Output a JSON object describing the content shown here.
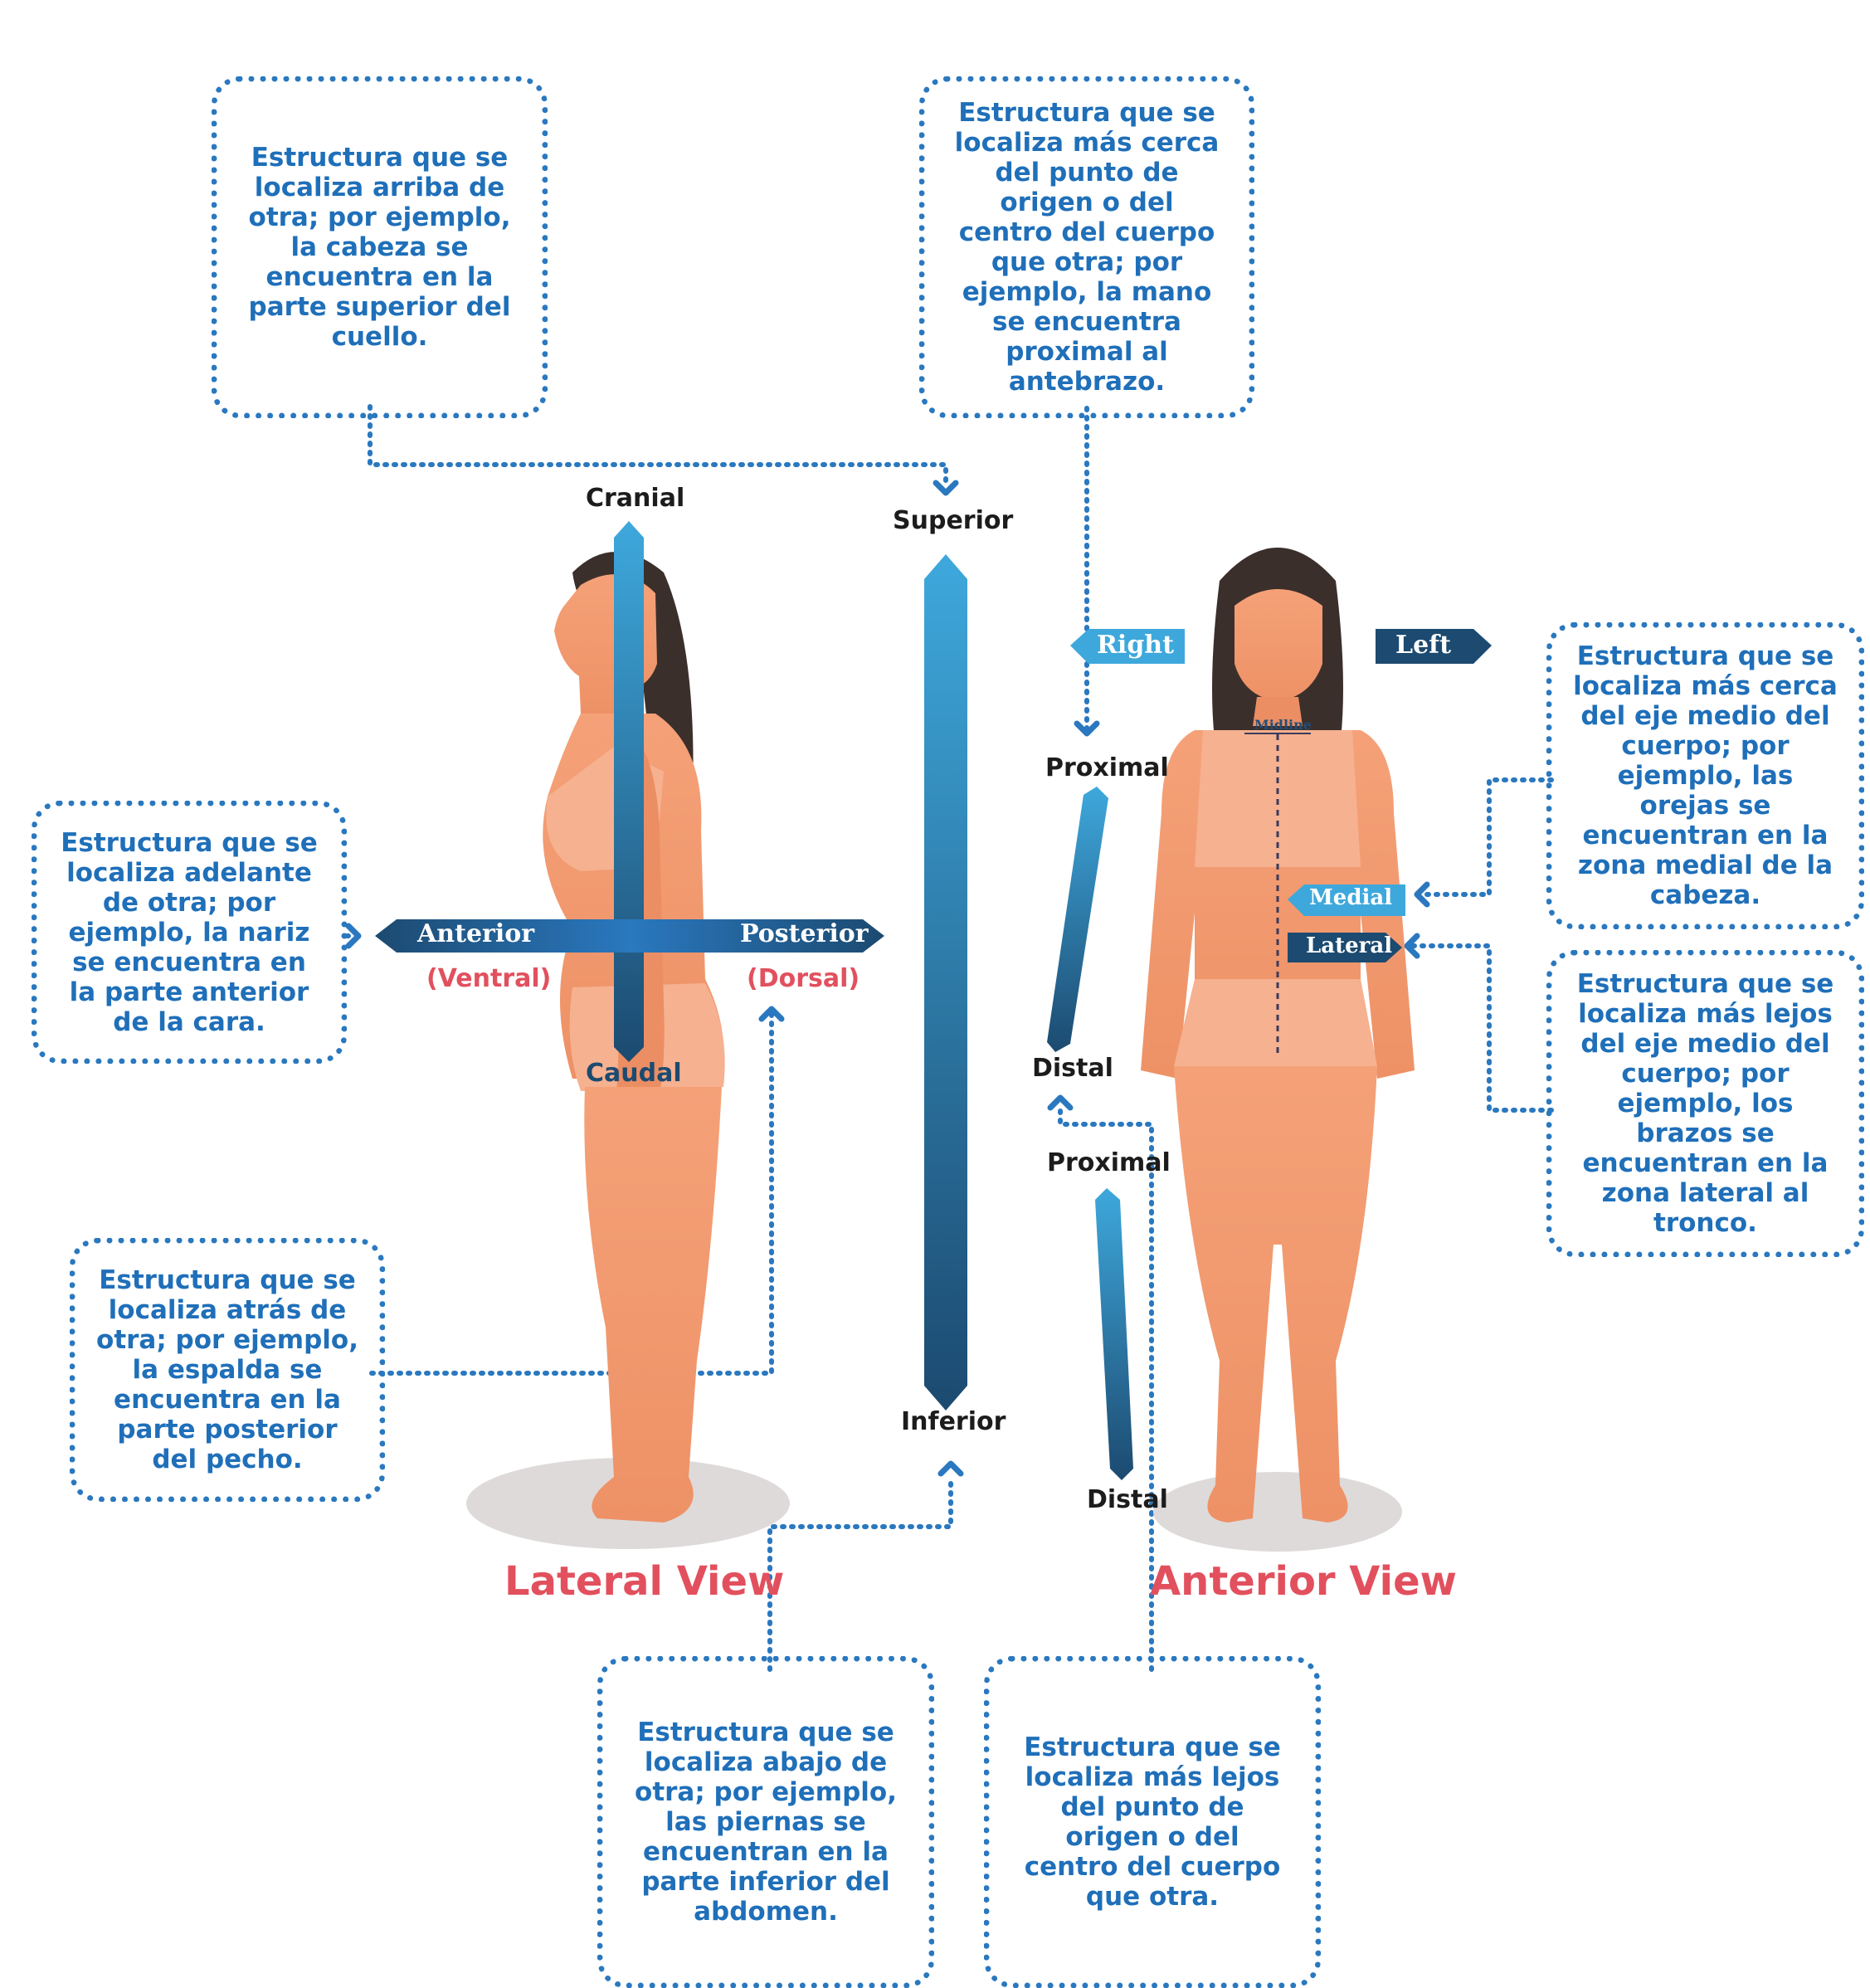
{
  "boxes": {
    "superior": "Estructura que se localiza arriba de otra; por ejemplo, la cabeza se encuentra en la parte superior del cuello.",
    "proximal": "Estructura que se localiza más cerca del punto de origen o del centro del cuerpo que otra; por ejemplo, la mano se encuentra proximal al antebrazo.",
    "anterior": "Estructura que se localiza adelante de otra; por ejemplo, la nariz se encuentra en la parte anterior de la cara.",
    "medial": "Estructura que se localiza más cerca del eje medio del cuerpo; por ejemplo, las orejas se encuentran en la zona medial de la cabeza.",
    "lateral": "Estructura que se localiza más lejos del eje medio del cuerpo; por ejemplo, los brazos se encuentran en la zona lateral al tronco.",
    "posterior": "Estructura que se localiza atrás de otra; por ejemplo, la espalda se encuentra en la parte posterior del pecho.",
    "inferior": "Estructura que se localiza abajo de otra; por ejemplo, las piernas se encuentran en la parte inferior del abdomen.",
    "distal": "Estructura que se localiza más lejos del punto de origen o del centro del cuerpo que otra."
  },
  "labels": {
    "cranial": "Cranial",
    "caudal": "Caudal",
    "superior": "Superior",
    "inferior": "Inferior",
    "anterior": "Anterior",
    "posterior": "Posterior",
    "ventral": "(Ventral)",
    "dorsal": "(Dorsal)",
    "right": "Right",
    "left": "Left",
    "midline": "Midline",
    "medial": "Medial",
    "lateral": "Lateral",
    "proximal_arm": "Proximal",
    "distal_arm": "Distal",
    "proximal_leg": "Proximal",
    "distal_leg": "Distal"
  },
  "titles": {
    "lateral_view": "Lateral View",
    "anterior_view": "Anterior View"
  },
  "colors": {
    "accent_blue": "#2a78bf",
    "title_red": "#e2505e",
    "skin": "#f09a72",
    "hair": "#3b2f2c",
    "arrow_light": "#3ea8dc",
    "arrow_dark": "#1c4a70"
  }
}
